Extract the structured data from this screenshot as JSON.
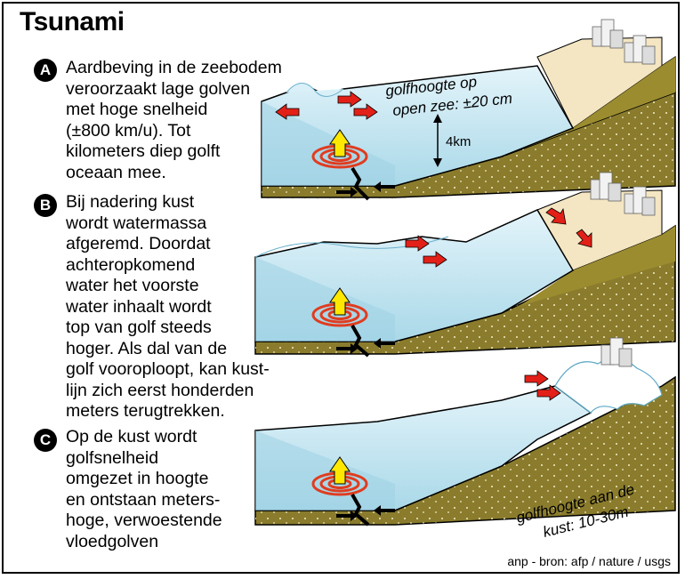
{
  "title": "Tsunami",
  "steps": [
    {
      "badge": "A",
      "text": "Aardbeving in de zeebodem\nveroorzaakt lage golven\nmet hoge snelheid\n(±800 km/u). Tot\nkilometers diep golft\noceaan mee."
    },
    {
      "badge": "B",
      "text": "Bij nadering kust\nwordt watermassa\nafgeremd. Doordat\nachteropkomend\nwater het voorste\nwater inhaalt wordt\ntop van golf steeds\nhoger. Als dal van de\ngolf vooroploopt, kan kust-\nlijn zich eerst honderden\nmeters terugtrekken."
    },
    {
      "badge": "C",
      "text": "Op de kust wordt\ngolfsnelheid\nomgezet in hoogte\nen ontstaan meters-\nhoge, verwoestende\nvloedgolven"
    }
  ],
  "annotations": {
    "open_sea_line1": "golfhoogte op",
    "open_sea_line2": "open zee: ±20 cm",
    "depth": "4km",
    "coast_line1": "golfhoogte aan de",
    "coast_line2": "kust: 10-30m"
  },
  "credit": "anp - bron: afp / nature / usgs",
  "colors": {
    "water": "#bfe3ef",
    "water_dark": "#8ecbe0",
    "seabed": "#8a7c2c",
    "seabed_side": "#a39433",
    "beach": "#f4e6c2",
    "arrow_red": "#e32018",
    "arrow_yellow": "#ffe800",
    "ring_red": "#e03c20"
  }
}
